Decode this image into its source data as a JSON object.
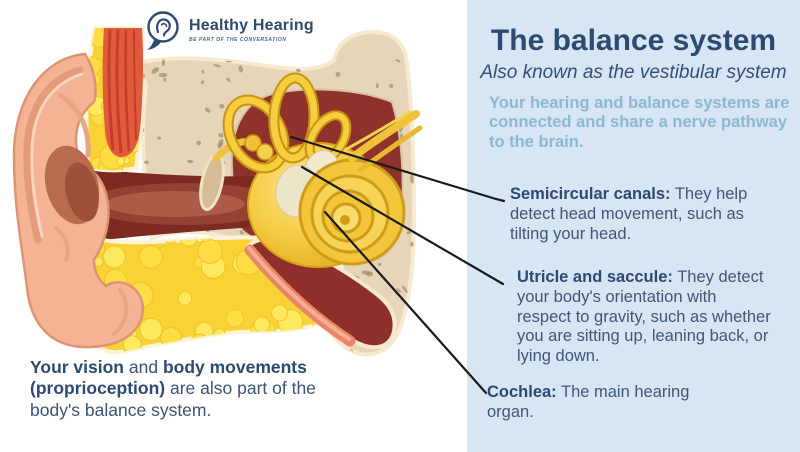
{
  "brand": {
    "name": "Healthy Hearing",
    "tagline": "BE PART OF THE CONVERSATION"
  },
  "headline": {
    "title": "The balance system",
    "subtitle": "Also known as the vestibular system"
  },
  "intro_text": "Your hearing and balance systems are connected and share a nerve pathway to the brain.",
  "callouts": [
    {
      "term": "Semicircular canals:",
      "description": "They help detect head movement, such as tilting your head."
    },
    {
      "term": "Utricle and saccule:",
      "description": "They detect your body's orientation with respect to gravity, such as whether you are sitting up, leaning back, or lying down."
    },
    {
      "term": "Cochlea:",
      "description": "The main hearing organ."
    }
  ],
  "footnote": {
    "bold_lead": "Your vision",
    "connector": " and ",
    "bold_mid": "body movements (proprioception)",
    "rest": " are also part of the body's balance system."
  },
  "colors": {
    "panel_bg": "#d7e5f4",
    "heading": "#2b4a74",
    "body_text": "#3f5878",
    "intro_text": "#8cb9d2",
    "callout_line": "#1a1a1a",
    "bone": "#e6d5b8",
    "cavity": "#8e2f29",
    "fat": "#f9d335",
    "skin": "#f4b394",
    "inner_ear_gold": "#f2c53a"
  },
  "illustration": {
    "alt": "Cross-section of the human ear showing the outer ear, ear canal, eardrum, ossicles, semicircular canals, utricle and saccule, cochlea, temporal bone and eustachian tube"
  }
}
